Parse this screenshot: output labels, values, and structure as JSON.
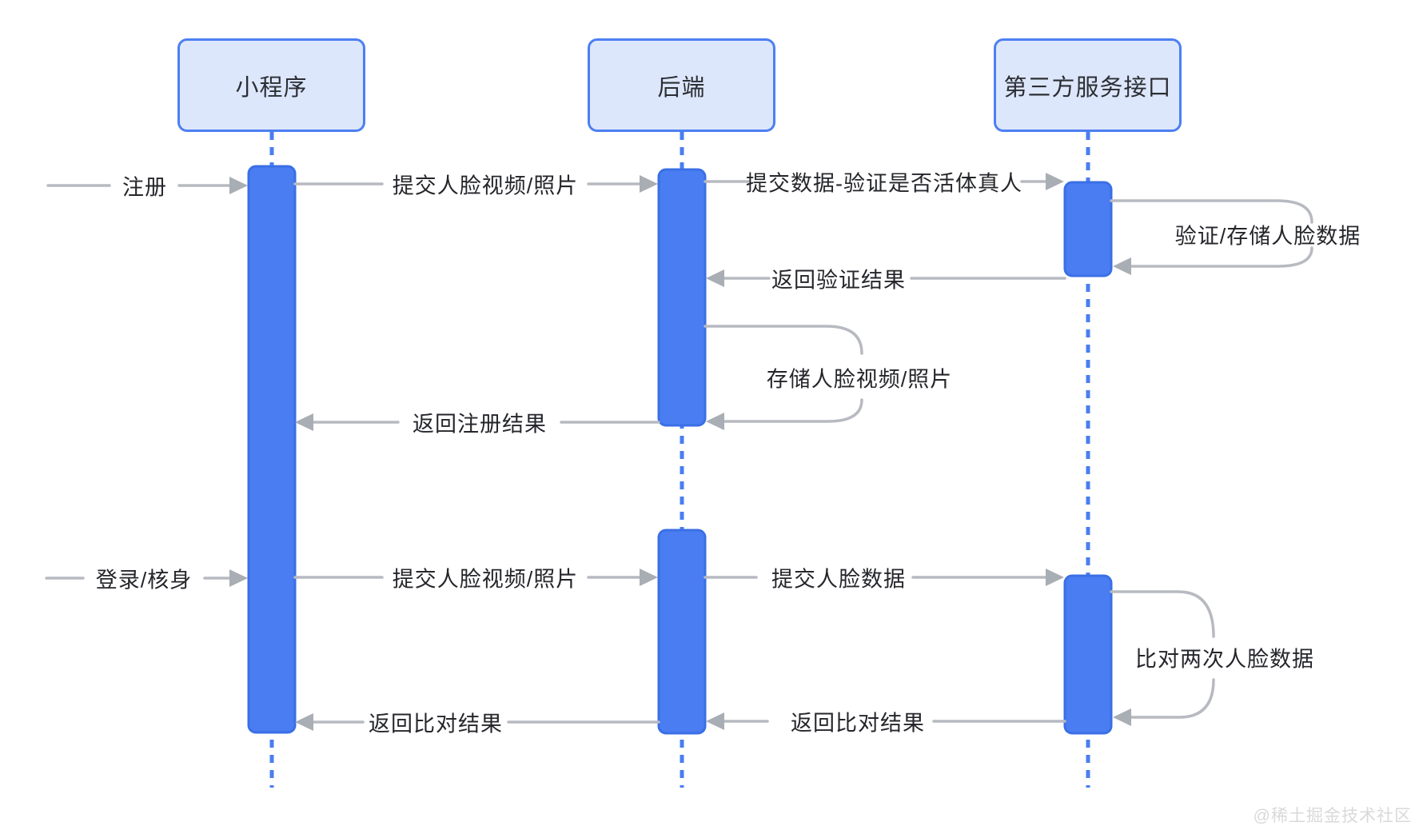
{
  "diagram": {
    "title_hint": "face-verification sequence diagram",
    "actors": [
      {
        "label": "小程序"
      },
      {
        "label": "后端"
      },
      {
        "label": "第三方服务接口"
      }
    ],
    "messages": {
      "register": "注册",
      "submit_face_video_1": "提交人脸视频/照片",
      "submit_verify_live": "提交数据-验证是否活体真人",
      "verify_store_face": "验证/存储人脸数据",
      "return_verify_result": "返回验证结果",
      "store_face_video": "存储人脸视频/照片",
      "return_register_result": "返回注册结果",
      "login_verify": "登录/核身",
      "submit_face_video_2": "提交人脸视频/照片",
      "submit_face_data": "提交人脸数据",
      "compare_face_data": "比对两次人脸数据",
      "return_compare_backend": "返回比对结果",
      "return_compare_mini": "返回比对结果"
    },
    "colors": {
      "actor_fill": "#dde7fc",
      "actor_border": "#4c7ff2",
      "activation_fill": "#4a7df2",
      "activation_border": "#3a6fe6",
      "lifeline": "#4a7df2",
      "connector_line": "#b7bac0",
      "arrowhead": "#a9adb4",
      "message_text": "#25262b",
      "watermark_text": "#d9d9da"
    },
    "watermark": "@稀土掘金技术社区"
  }
}
